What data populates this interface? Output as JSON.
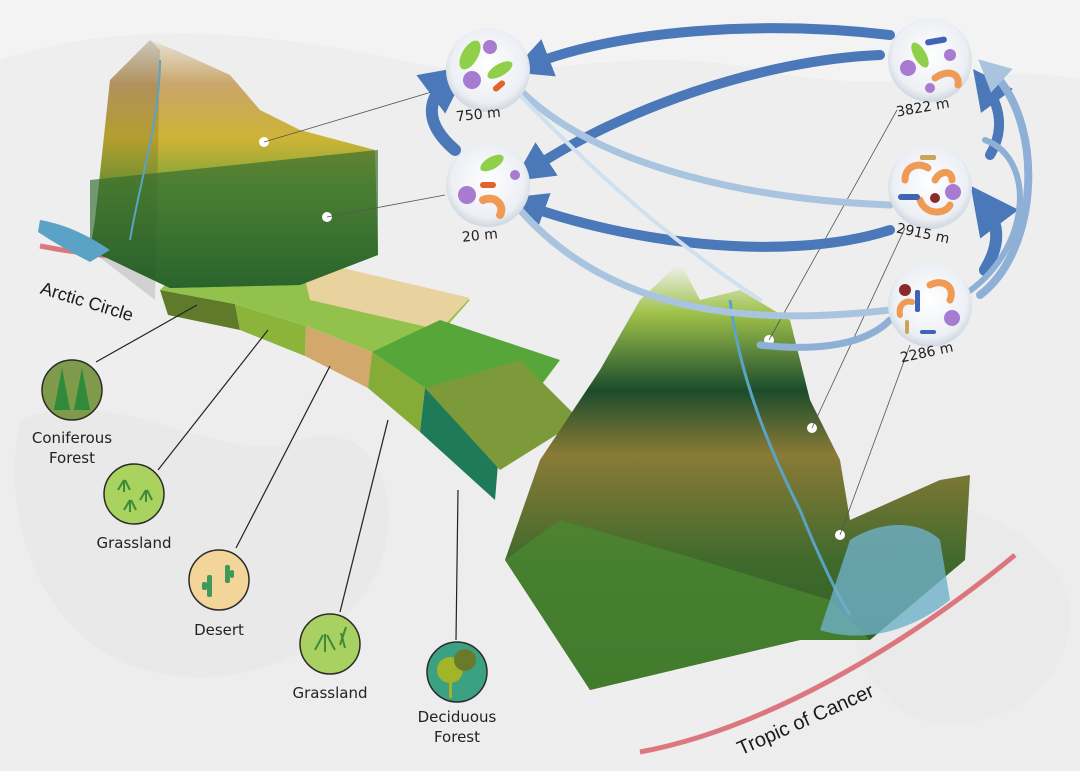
{
  "figure": {
    "type": "biome-transect-illustration",
    "background_color": "#f3f3f3"
  },
  "reference_lines": {
    "arctic_circle": {
      "label": "Arctic Circle",
      "color": "#d9626b"
    },
    "tropic_of_cancer": {
      "label": "Tropic of Cancer",
      "color": "#d9626b"
    }
  },
  "biomes": [
    {
      "label": "Coniferous Forest",
      "icon": "conifer-trees-icon",
      "fill": "#7f9a4a"
    },
    {
      "label": "Grassland",
      "icon": "grass-tufts-icon",
      "fill": "#a9d35e"
    },
    {
      "label": "Desert",
      "icon": "cactus-icon",
      "fill": "#f3d59a"
    },
    {
      "label": "Grassland",
      "icon": "grass-tufts-icon",
      "fill": "#a8d162"
    },
    {
      "label": "Deciduous Forest",
      "icon": "deciduous-tree-icon",
      "fill": "#3aa283"
    }
  ],
  "sampling_sites": [
    {
      "altitude": "750 m",
      "icon": "microbes-icon"
    },
    {
      "altitude": "20 m",
      "icon": "microbes-icon"
    },
    {
      "altitude": "3822 m",
      "icon": "microbes-icon"
    },
    {
      "altitude": "2915 m",
      "icon": "microbes-icon"
    },
    {
      "altitude": "2286 m",
      "icon": "microbes-icon"
    }
  ],
  "arrows": {
    "color_strong": "#4a78b8",
    "color_light": "#a9c4df"
  }
}
